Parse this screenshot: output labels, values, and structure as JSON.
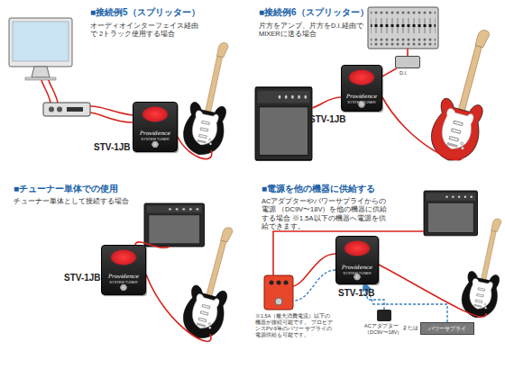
{
  "diagram": {
    "nodes": [
      {
        "text": [
          "STV-1JB",
          "Providence",
          "SYSTEM TUNER"
        ]
      },
      {
        "text": [
          "STV-1JB",
          "Providence",
          "SYSTEM TUNER"
        ]
      },
      {
        "text": [
          "D.I."
        ]
      },
      {
        "text": [
          "STV-1JB",
          "Providence",
          "SYSTEM TUNER"
        ]
      },
      {
        "text": [
          "STV-1JB",
          "Providence",
          "SYSTEM TUNER"
        ]
      },
      {
        "text": [
          "ACアダプター （DC9V〜18V）"
        ]
      },
      {
        "text": [
          "パワーサプライ"
        ]
      }
    ],
    "edges": [
      {
        "from": 1,
        "to": 2,
        "arrow": "none"
      },
      {
        "from": 5,
        "to": 4,
        "arrow": "to"
      },
      {
        "from": 6,
        "to": 4,
        "arrow": "to"
      }
    ],
    "labels": [
      "■接続例5（スプリッター）",
      "オーディオインターフェイス経由で 2トラック使用する場合",
      "■接続例6（スプリッター）",
      "片方をアンプ、片方をD.I.経由で MIXERに送る場合",
      "■チューナー単体での使用",
      "チューナー単体として接続する場合",
      "■電源を他の機器に供給する",
      "ACアダプターやパワーサプライからの電源 （DC9V〜18V）を他の機器に供給する場合 ※1.5A以下の機器へ電源を供給できます。",
      "※1.5A（最大消費電流）以下の 機器が接続可能です。 プロビデンスPV-9等のパワー サプライの電源供給も可能です。",
      "または"
    ]
  }
}
